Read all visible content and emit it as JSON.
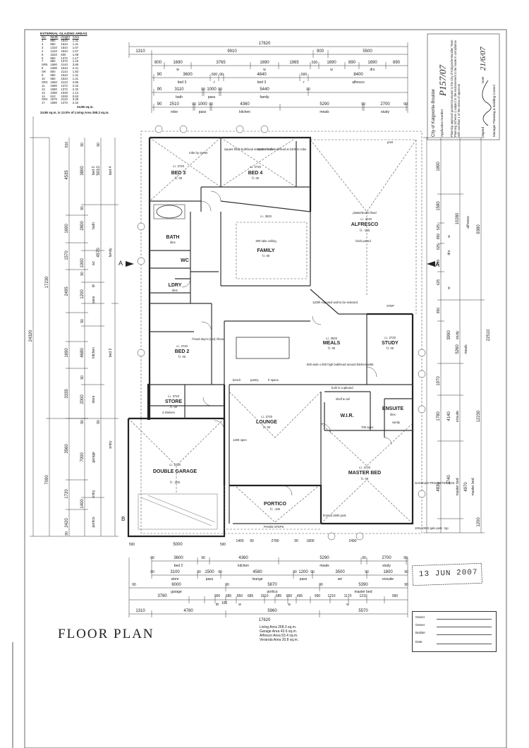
{
  "title": "FLOOR PLAN",
  "glazing": {
    "heading": "EXTERNAL GLAZING AREAS",
    "columns": [
      "No.",
      "Width",
      "Height",
      "Area"
    ],
    "rows": [
      [
        "1",
        "850",
        "1543",
        "1.31"
      ],
      [
        "2",
        "850",
        "1543",
        "1.31"
      ],
      [
        "3",
        "1310",
        "1543",
        "1.67"
      ],
      [
        "4",
        "1310",
        "1543",
        "1.67"
      ],
      [
        "5",
        "1810",
        "600",
        "1.09"
      ],
      [
        "6",
        "850",
        "1372",
        "1.17"
      ],
      [
        "7",
        "850",
        "1372",
        "1.16"
      ],
      [
        "SR5",
        "1650",
        "2143",
        "3.86"
      ],
      [
        "8",
        "1090",
        "1543",
        "2.41"
      ],
      [
        "SR",
        "800",
        "2143",
        "1.93"
      ],
      [
        "9",
        "850",
        "1543",
        "1.31"
      ],
      [
        "10",
        "850",
        "1543",
        "1.31"
      ],
      [
        "SR3",
        "1650",
        "2143",
        "3.86"
      ],
      [
        "11",
        "1580",
        "1372",
        "2.32"
      ],
      [
        "12",
        "1580",
        "1372",
        "2.32"
      ],
      [
        "13",
        "1090",
        "1029",
        "1.12"
      ],
      [
        "14",
        "610",
        "1029",
        "0.63"
      ],
      [
        "SR4",
        "1570",
        "2143",
        "3.36"
      ],
      [
        "17",
        "1680",
        "1372",
        "2.32"
      ]
    ],
    "total": "34.86 sq.m.",
    "note": "34.86 sq.m. is 13.0% of Living Area 268.3 sq.m."
  },
  "rooms": {
    "bed3": {
      "name": "BED 3",
      "ceiling": "c.i. 2720",
      "floor": "f.l. 00"
    },
    "bed4": {
      "name": "BED 4",
      "ceiling": "c.i. 2720",
      "floor": "f.l. 00"
    },
    "bath": {
      "name": "BATH",
      "floor": "tiles"
    },
    "wc": {
      "name": "WC"
    },
    "ldry": {
      "name": "LDRY",
      "floor": "tiles"
    },
    "family": {
      "name": "FAMILY",
      "ceiling": "300 rake ceiling",
      "floor": "f.l. 00"
    },
    "alfresco": {
      "name": "ALFRESCO",
      "ceiling": "plasterboard lined",
      "floor": "f.l. -100"
    },
    "bed2": {
      "name": "BED 2",
      "ceiling": "c.i. 2720",
      "floor": "f.l. 00"
    },
    "meals": {
      "name": "MEALS",
      "ceiling": "c.i. 3020",
      "floor": "f.l. 00"
    },
    "study": {
      "name": "STUDY",
      "ceiling": "c.i. 2720",
      "floor": "f.l. 00"
    },
    "store": {
      "name": "STORE",
      "ceiling": "c.i. 2720",
      "floor": "f.l. 00"
    },
    "lounge": {
      "name": "LOUNGE",
      "ceiling": "c.i. 2720",
      "floor": "f.l. 00"
    },
    "wir": {
      "name": "W.I.R."
    },
    "ensuite": {
      "name": "ENSUITE",
      "floor": "tiles"
    },
    "garage": {
      "name": "DOUBLE GARAGE",
      "ceiling": "c.i. 2720",
      "floor": "f.l. -200"
    },
    "portico": {
      "name": "PORTICO",
      "floor": "f.l. -100"
    },
    "master": {
      "name": "MASTER BED",
      "ceiling": "c.i. 2720",
      "floor": "f.l. 00"
    }
  },
  "notes": {
    "robe_bed3": "robe by owner",
    "flush1": "square flush bulkhead at 2400 to robe",
    "flush2": "square flush bulkhead at 2400 to robe",
    "alfresco_ceiling": "c.i. 3020",
    "alfresco_ci": "c.i. 2720",
    "brick": "brick paved",
    "post": "post",
    "exposed_wall": "1100h exposed wall to be selected",
    "bulkhead_meals": "600 wide x 600 high bulkhead around kitchen walls",
    "pantry": "pantry",
    "bench": "bench",
    "fr_space": "fr space",
    "builtin": "built in cupboard",
    "shelf": "shelf & rail",
    "shelves4": "4 shelves",
    "step": "STEP",
    "paved_steps": "PAVED STEPS",
    "meterbox": "GAS/ELECTRIC METER BOX",
    "gutter": "100x100x3 galv post - typ",
    "front": "front at 2500 post",
    "rhood": "r'hood dup'ct (ext) r/hood",
    "open1200": "1200 open",
    "open700": "700 open",
    "vanity": "vanity"
  },
  "dims": {
    "top": {
      "overall": "17620",
      "r1": [
        "1310",
        "9910",
        "900",
        "5500"
      ],
      "r2": [
        "800",
        "1690",
        "3765",
        "1690",
        "1965",
        "530",
        "1690",
        "890",
        "1690",
        "890"
      ],
      "r2lbl": [
        "w",
        "w",
        "w",
        "drs"
      ],
      "r3": [
        "90",
        "3600",
        "500",
        "90",
        "4840",
        "500",
        "8400"
      ],
      "r3lbl": [
        "bed 3",
        "r",
        "bed 3",
        "r",
        "alfresco"
      ],
      "r4": [
        "90",
        "3110",
        "90",
        "1000",
        "90",
        "5440",
        "90"
      ],
      "r4lbl": [
        "bath",
        "pass",
        "family"
      ],
      "r5": [
        "90",
        "2510",
        "90",
        "1000",
        "90",
        "4360",
        "5290",
        "90",
        "2700",
        "90"
      ],
      "r5lbl": [
        "robe",
        "pass",
        "kitchen",
        "meals",
        "study"
      ]
    },
    "bottom": {
      "r1": [
        "90",
        "3600",
        "90",
        "4360",
        "5290",
        "90",
        "2700",
        "90"
      ],
      "r1lbl": [
        "bed 2",
        "kitchen",
        "meals",
        "study"
      ],
      "r2": [
        "90",
        "3100",
        "90",
        "1500",
        "90",
        "4580",
        "90",
        "1200",
        "90",
        "3500",
        "90",
        "1800",
        "90"
      ],
      "r2lbl": [
        "store",
        "pass",
        "lounge",
        "pass",
        "wir",
        "ensuite"
      ],
      "r3": [
        "90",
        "6000",
        "90",
        "5870",
        "90",
        "5390",
        "90"
      ],
      "r3lbl": [
        "garage",
        "portico",
        "master bed"
      ],
      "r4": [
        "3780",
        "900",
        "685",
        "850",
        "685",
        "1810",
        "685",
        "850",
        "495",
        "990",
        "1210",
        "1170",
        "1210",
        "990"
      ],
      "r4lbl": [
        "dr",
        "w",
        "w",
        "w"
      ],
      "r5": [
        "1310",
        "4780",
        "5960",
        "5570"
      ],
      "r5b": "100",
      "overall": "17620",
      "garage": [
        "590",
        "5000",
        "590"
      ],
      "front": [
        "1400",
        "90",
        "2780",
        "90",
        "1800",
        "2490"
      ]
    },
    "left": {
      "overall": "24320",
      "a": [
        "17230",
        "7090"
      ],
      "b": [
        "4535",
        "1690",
        "1570",
        "2495",
        "1690",
        "3335",
        "3560",
        "1720",
        "2420"
      ],
      "c": [
        "3800",
        "2800",
        "1000",
        "1200",
        "4680",
        "2000",
        "7000",
        "1400"
      ],
      "c_lbl": [
        "bed 3",
        "bath",
        "wc",
        "dr",
        "pass",
        "kitchen",
        "store",
        "garage",
        "entry",
        "portico"
      ],
      "d": [
        "5010",
        "4570"
      ],
      "d_lbl": [
        "bed 4",
        "family",
        "bed 2",
        "entry"
      ],
      "e": [
        "810",
        "90",
        "90",
        "90",
        "90",
        "90",
        "90",
        "90",
        "90",
        "90"
      ]
    },
    "right": {
      "overall": "22510",
      "a": [
        "10280",
        "12230"
      ],
      "b": [
        "1890",
        "1580",
        "525",
        "850",
        "525",
        "900",
        "625",
        "850",
        "3990",
        "1970",
        "1780",
        "4830"
      ],
      "c": [
        "9380",
        "5260",
        "4140",
        "3740",
        "4970",
        "1200"
      ],
      "c_lbl": [
        "alfresco",
        "drs",
        "w",
        "w",
        "meals",
        "study",
        "ensuite",
        "master bed",
        "master bed"
      ]
    }
  },
  "areas": {
    "living": "Living Area 268.3 sq.m.",
    "garage": "Garage Area 43.6 sq.m.",
    "alfresco": "Alfresco Area 53.4 sq.m.",
    "veranda": "Veranda Area 20.8 sq.m."
  },
  "stamp": {
    "date": "13 JUN 2007"
  },
  "council": {
    "name": "City of Kalgoorlie-Boulder",
    "app_label": "Application Number",
    "app_no": "P157/07",
    "approved": "Planning approval granted pursuant to the City of Kalgoorlie-Boulder Town Planning Scheme 1 subject to the endorsement to be made in compliance with condition 1 of the notice of approval",
    "sign_label": "Signed",
    "date_label": "Date",
    "date": "21/6/07",
    "officer": "Manager Planning & Building Control"
  },
  "signoff": {
    "owner": "Owner",
    "owner2": "Owner",
    "builder": "Builder",
    "date": "Date"
  },
  "markers": {
    "section": "A",
    "b": "B"
  }
}
